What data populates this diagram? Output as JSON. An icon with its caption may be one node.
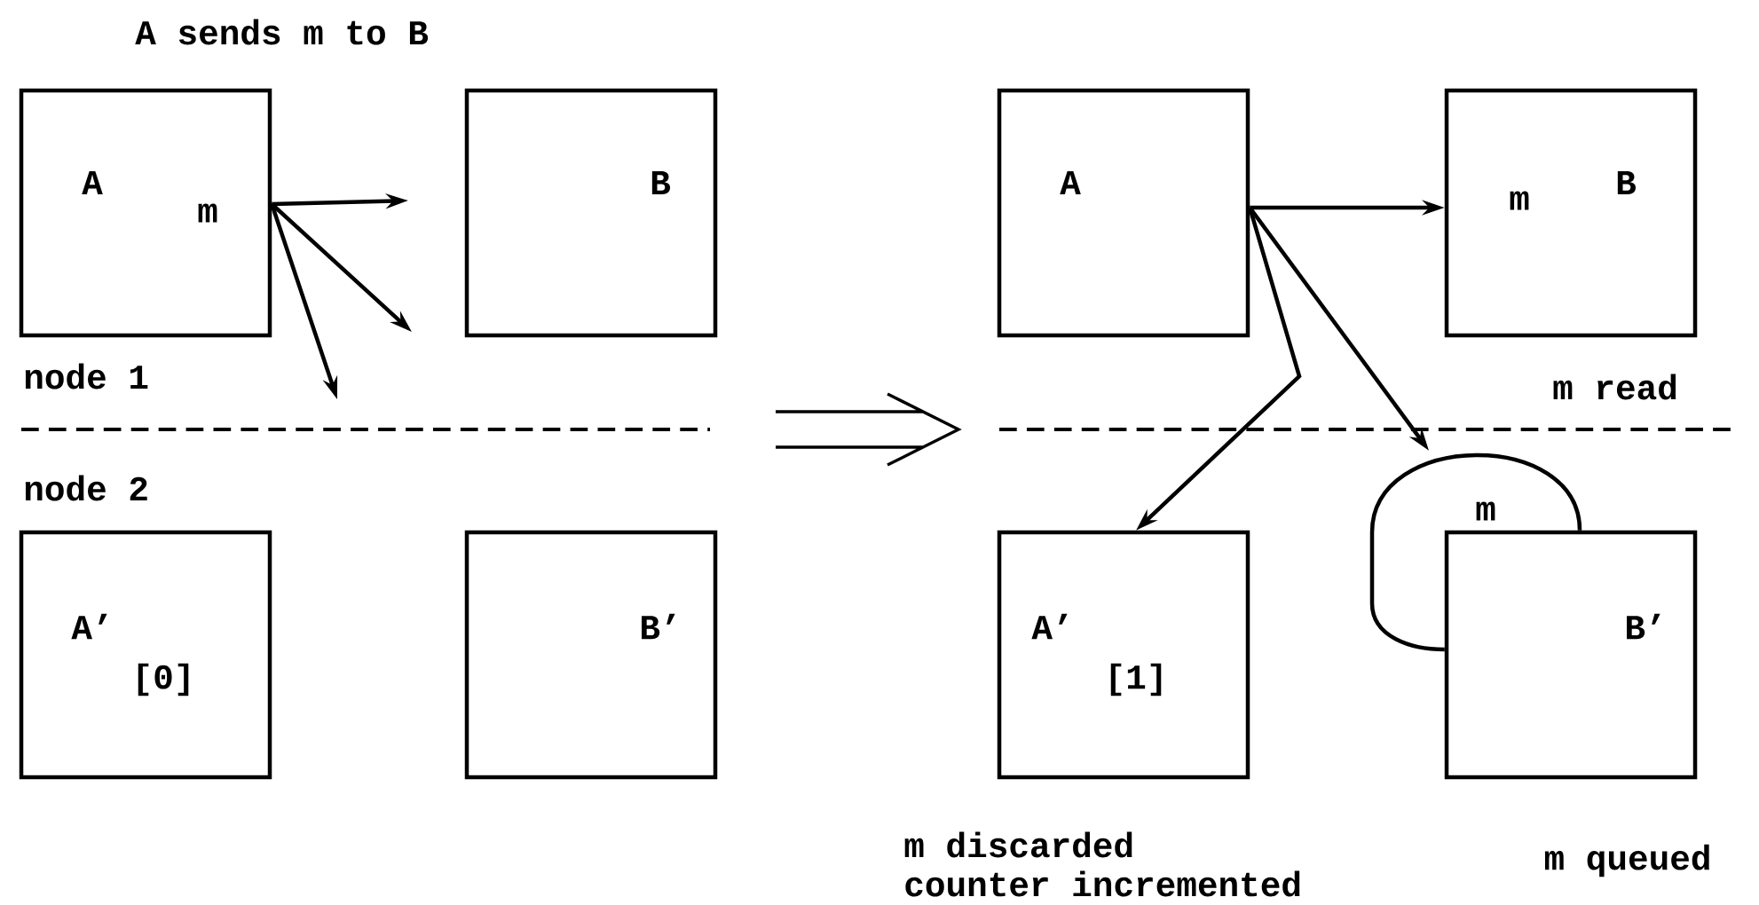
{
  "diagram": {
    "title": "A sends m to B",
    "nodes": [
      {
        "text": [
          "A",
          "m"
        ]
      },
      {
        "text": [
          "B"
        ]
      },
      {
        "text": [
          "A’",
          "[0]"
        ]
      },
      {
        "text": [
          "B’"
        ]
      },
      {
        "text": [
          "A"
        ]
      },
      {
        "text": [
          "m",
          "B"
        ],
        "beside": [
          "m read"
        ]
      },
      {
        "text": [
          "A’",
          "[1]"
        ],
        "beside": [
          "m discarded",
          "counter incremented"
        ]
      },
      {
        "text": [
          "B’"
        ],
        "beside": [
          "m queued"
        ]
      }
    ],
    "edges": [
      {
        "from": 0,
        "to": null,
        "arrow": "to"
      },
      {
        "from": 0,
        "to": null,
        "arrow": "to"
      },
      {
        "from": 0,
        "to": null,
        "arrow": "to"
      },
      {
        "from": 4,
        "to": 5,
        "arrow": "to"
      },
      {
        "from": 4,
        "to": 6,
        "arrow": "to"
      },
      {
        "from": 4,
        "to": 7,
        "arrow": "to"
      },
      {
        "from": 7,
        "to": 7,
        "arrow": "none",
        "label": "m"
      }
    ],
    "labels": [
      "node 1",
      "node 2"
    ]
  }
}
